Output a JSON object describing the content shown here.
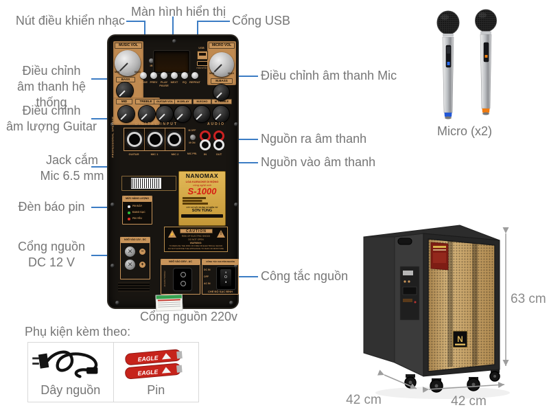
{
  "callouts": {
    "music_controls": "Nút điều khiển nhạc",
    "display": "Màn hình hiển thị",
    "usb": "Cổng USB",
    "system_sound": [
      "Điều chỉnh",
      "âm thanh hệ thống"
    ],
    "guitar_volume": [
      "Điều chỉnh",
      "âm lượng Guitar"
    ],
    "mic_jack": [
      "Jack cắm",
      "Mic 6.5 mm"
    ],
    "battery_light": "Đèn báo pin",
    "dc_power": [
      "Cổng nguồn",
      "DC 12 V"
    ],
    "mic_sound": "Điều chỉnh âm thanh Mic",
    "audio_out": "Nguồn ra âm thanh",
    "audio_in": "Nguồn vào âm thanh",
    "power_switch": "Công tắc nguồn",
    "ac_port": "Cổng nguồn 220v"
  },
  "panel": {
    "knobs": {
      "music_vol": "MUSIC VOL",
      "bass": "BASS",
      "mid": "MID",
      "treble": "TREBLE",
      "micro_vol": "MICRO VOL",
      "m_bass": "M.BASS",
      "guitar_vol": "GUITAR VOL",
      "m_delay": "M.DELAY",
      "m_echo": "M.ECHO",
      "m_treble": "M.TREBLE"
    },
    "min": "MIN",
    "max": "MAX",
    "ir": "IR",
    "buttons": [
      "MODE",
      "PREV",
      "PLAY",
      "NEXT",
      "EQ",
      "REPEAT"
    ],
    "pause": "PAUSE",
    "usb": "USB",
    "microsd": "microSD",
    "digital_input": "DIGITAL INPUT",
    "jacks": [
      "GUITAR",
      "MIC 1",
      "MIC 2"
    ],
    "mic_pri": {
      "off": "M OFF",
      "on": "M ON",
      "label": "MIC PRI."
    },
    "audio": "AUDIO",
    "audio_in": "IN",
    "audio_out": "OUT",
    "side_text": "PROFESSIONAL SPEAKER",
    "brand": {
      "name": "NANOMAX",
      "tagline1": "LOA KARAOKE DI ĐỘNG",
      "tagline2": "công nghệ mới",
      "model": "S-1000",
      "company": "CTY CP XÂY DỰNG VÀ ĐIỆN TỬ",
      "company_name": "SƠN TÙNG"
    },
    "battery_box": {
      "title": "MỨC NĂNG LƯỢNG",
      "led_full": "PIN ĐẦY",
      "led_charging": "ĐANG SẠC",
      "led_low": "PIN YẾU"
    },
    "caution": {
      "title": "CAUTION",
      "line1": "RISK OF ELECTRIC SHOCK",
      "line2": "DO NOT OPEN",
      "warning": "WARNING:",
      "text1": "TO REDUCE THE RISK OF FIRE OR ELECTRICAL SHOCK",
      "text2": "DO NOT EXPOSE THE APPLIANCE TO RAIN OR MOISTURE",
      "bolt": "⚡",
      "excl": "!"
    },
    "dc_box": {
      "title": "NGÕ VÀO 12V - DC",
      "minus": "−",
      "plus": "+"
    },
    "ac_box": {
      "title": "NGÕ VÀO 220V - AC",
      "spec": "AC220V 50/60Hz"
    },
    "switch_box": {
      "title": "CÔNG TẮC CHUYỂN NGUỒN",
      "dc_in": "DC IN",
      "off": "OFF",
      "ac_in": "AC IN",
      "marks": [
        "II",
        "O",
        "III"
      ],
      "mode": "CHẾ ĐỘ SẠC BÌNH"
    }
  },
  "micro": {
    "label": "Micro (x2)"
  },
  "speaker": {
    "height": "63 cm",
    "width": "42 cm",
    "depth": "42 cm",
    "badge": "N"
  },
  "accessories": {
    "title": "Phụ kiện kèm theo:",
    "cord": "Dây nguồn",
    "battery": "Pin",
    "battery_brand": "EAGLE"
  },
  "colors": {
    "accent_tan": "#c8945a",
    "callout_blue": "#3b7cc4",
    "label_gray": "#767676",
    "model_red": "#d61c12"
  }
}
